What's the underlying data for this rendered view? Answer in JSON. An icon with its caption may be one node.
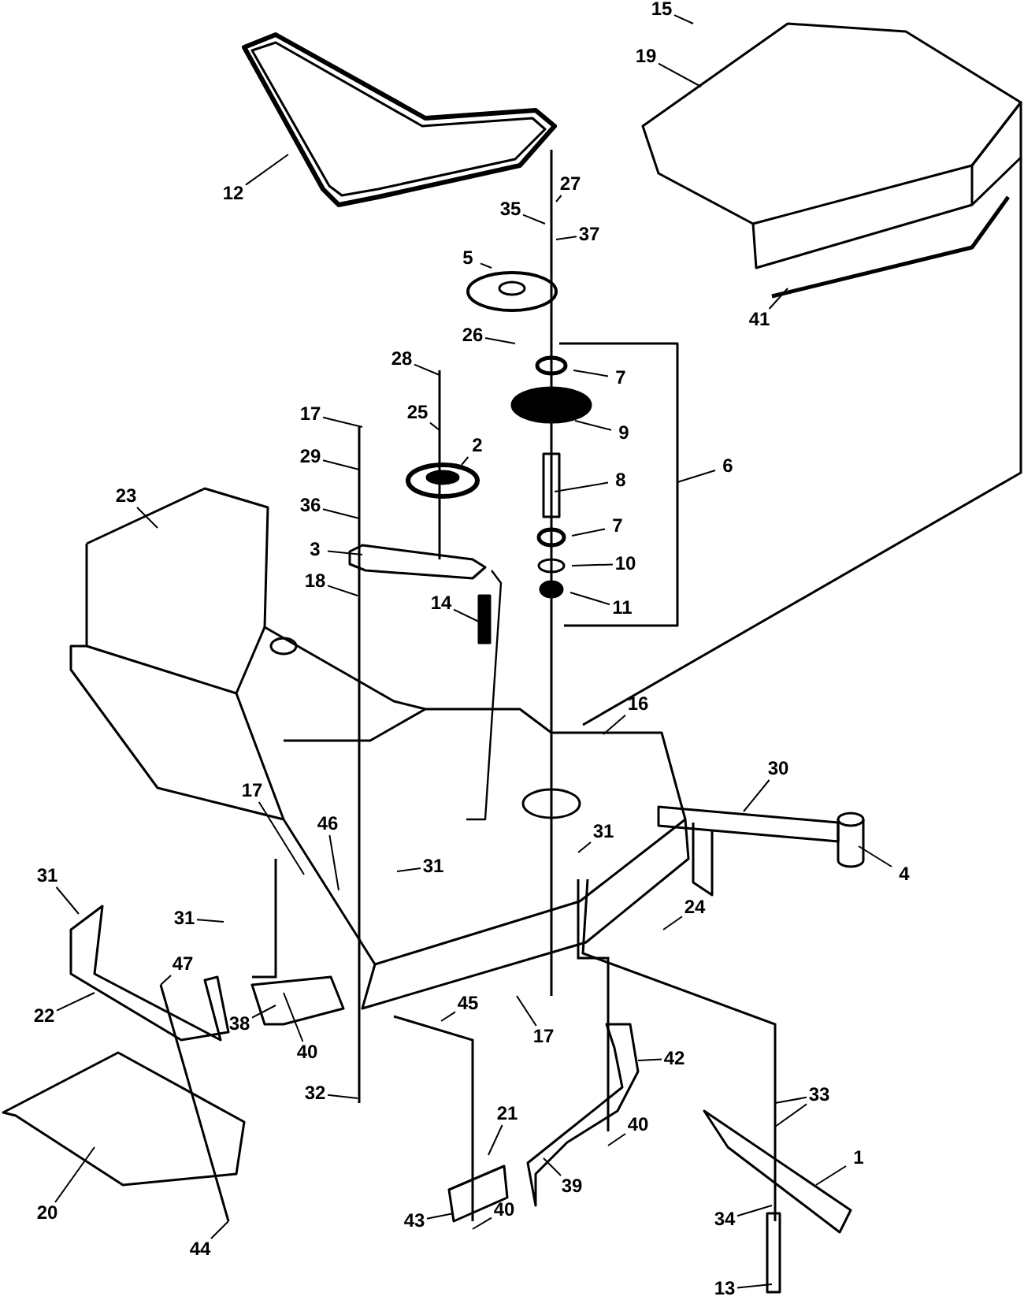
{
  "diagram": {
    "nodes": [
      {
        "text": [
          "15"
        ]
      },
      {
        "text": [
          "19"
        ]
      },
      {
        "text": [
          "27"
        ]
      },
      {
        "text": [
          "12"
        ]
      },
      {
        "text": [
          "35"
        ]
      },
      {
        "text": [
          "37"
        ]
      },
      {
        "text": [
          "5"
        ]
      },
      {
        "text": [
          "41"
        ]
      },
      {
        "text": [
          "26"
        ]
      },
      {
        "text": [
          "28"
        ]
      },
      {
        "text": [
          "7"
        ]
      },
      {
        "text": [
          "17"
        ]
      },
      {
        "text": [
          "25"
        ]
      },
      {
        "text": [
          "9"
        ]
      },
      {
        "text": [
          "2"
        ]
      },
      {
        "text": [
          "29"
        ]
      },
      {
        "text": [
          "6"
        ]
      },
      {
        "text": [
          "8"
        ]
      },
      {
        "text": [
          "23"
        ]
      },
      {
        "text": [
          "36"
        ]
      },
      {
        "text": [
          "7"
        ]
      },
      {
        "text": [
          "3"
        ]
      },
      {
        "text": [
          "10"
        ]
      },
      {
        "text": [
          "18"
        ]
      },
      {
        "text": [
          "14"
        ]
      },
      {
        "text": [
          "11"
        ]
      },
      {
        "text": [
          "16"
        ]
      },
      {
        "text": [
          "30"
        ]
      },
      {
        "text": [
          "17"
        ]
      },
      {
        "text": [
          "46"
        ]
      },
      {
        "text": [
          "31"
        ]
      },
      {
        "text": [
          "31"
        ]
      },
      {
        "text": [
          "4"
        ]
      },
      {
        "text": [
          "31"
        ]
      },
      {
        "text": [
          "24"
        ]
      },
      {
        "text": [
          "31"
        ]
      },
      {
        "text": [
          "47"
        ]
      },
      {
        "text": [
          "45"
        ]
      },
      {
        "text": [
          "22"
        ]
      },
      {
        "text": [
          "38"
        ]
      },
      {
        "text": [
          "17"
        ]
      },
      {
        "text": [
          "40"
        ]
      },
      {
        "text": [
          "42"
        ]
      },
      {
        "text": [
          "32"
        ]
      },
      {
        "text": [
          "33"
        ]
      },
      {
        "text": [
          "21"
        ]
      },
      {
        "text": [
          "40"
        ]
      },
      {
        "text": [
          "1"
        ]
      },
      {
        "text": [
          "39"
        ]
      },
      {
        "text": [
          "20"
        ]
      },
      {
        "text": [
          "43"
        ]
      },
      {
        "text": [
          "40"
        ]
      },
      {
        "text": [
          "34"
        ]
      },
      {
        "text": [
          "44"
        ]
      },
      {
        "text": [
          "13"
        ]
      }
    ],
    "edges": [
      {
        "from": 0,
        "to": null,
        "arrow": "none"
      },
      {
        "from": 1,
        "to": null,
        "arrow": "none"
      },
      {
        "from": 2,
        "to": null,
        "arrow": "none"
      },
      {
        "from": 3,
        "to": null,
        "arrow": "none"
      },
      {
        "from": 4,
        "to": null,
        "arrow": "none"
      },
      {
        "from": 5,
        "to": null,
        "arrow": "none"
      },
      {
        "from": 6,
        "to": null,
        "arrow": "none"
      },
      {
        "from": 7,
        "to": null,
        "arrow": "none"
      },
      {
        "from": 8,
        "to": null,
        "arrow": "none"
      },
      {
        "from": 9,
        "to": null,
        "arrow": "none"
      },
      {
        "from": 10,
        "to": null,
        "arrow": "none"
      },
      {
        "from": 11,
        "to": null,
        "arrow": "none"
      },
      {
        "from": 12,
        "to": null,
        "arrow": "none"
      },
      {
        "from": 13,
        "to": null,
        "arrow": "none"
      },
      {
        "from": 14,
        "to": null,
        "arrow": "none"
      },
      {
        "from": 15,
        "to": null,
        "arrow": "none"
      },
      {
        "from": 16,
        "to": null,
        "arrow": "none"
      },
      {
        "from": 17,
        "to": null,
        "arrow": "none"
      },
      {
        "from": 18,
        "to": null,
        "arrow": "none"
      },
      {
        "from": 19,
        "to": null,
        "arrow": "none"
      },
      {
        "from": 20,
        "to": null,
        "arrow": "none"
      },
      {
        "from": 21,
        "to": null,
        "arrow": "none"
      },
      {
        "from": 22,
        "to": null,
        "arrow": "none"
      },
      {
        "from": 23,
        "to": null,
        "arrow": "none"
      },
      {
        "from": 24,
        "to": null,
        "arrow": "none"
      },
      {
        "from": 25,
        "to": null,
        "arrow": "none"
      },
      {
        "from": 26,
        "to": null,
        "arrow": "none"
      },
      {
        "from": 27,
        "to": null,
        "arrow": "none"
      },
      {
        "from": 28,
        "to": null,
        "arrow": "none"
      },
      {
        "from": 29,
        "to": null,
        "arrow": "none"
      },
      {
        "from": 30,
        "to": null,
        "arrow": "none"
      },
      {
        "from": 31,
        "to": null,
        "arrow": "none"
      },
      {
        "from": 32,
        "to": null,
        "arrow": "none"
      },
      {
        "from": 33,
        "to": null,
        "arrow": "none"
      },
      {
        "from": 34,
        "to": null,
        "arrow": "none"
      },
      {
        "from": 35,
        "to": null,
        "arrow": "none"
      },
      {
        "from": 36,
        "to": null,
        "arrow": "none"
      },
      {
        "from": 37,
        "to": null,
        "arrow": "none"
      },
      {
        "from": 38,
        "to": null,
        "arrow": "none"
      },
      {
        "from": 39,
        "to": null,
        "arrow": "none"
      },
      {
        "from": 40,
        "to": null,
        "arrow": "none"
      },
      {
        "from": 41,
        "to": null,
        "arrow": "none"
      },
      {
        "from": 42,
        "to": null,
        "arrow": "none"
      },
      {
        "from": 43,
        "to": null,
        "arrow": "none"
      },
      {
        "from": 44,
        "to": null,
        "arrow": "none"
      },
      {
        "from": 45,
        "to": null,
        "arrow": "none"
      },
      {
        "from": 46,
        "to": null,
        "arrow": "none"
      },
      {
        "from": 47,
        "to": null,
        "arrow": "none"
      },
      {
        "from": 48,
        "to": null,
        "arrow": "none"
      },
      {
        "from": 49,
        "to": null,
        "arrow": "none"
      },
      {
        "from": 50,
        "to": null,
        "arrow": "none"
      },
      {
        "from": 51,
        "to": null,
        "arrow": "none"
      },
      {
        "from": 52,
        "to": null,
        "arrow": "none"
      },
      {
        "from": 53,
        "to": null,
        "arrow": "none"
      },
      {
        "from": 54,
        "to": null,
        "arrow": "none"
      },
      {
        "from": 44,
        "to": null,
        "arrow": "none"
      }
    ]
  }
}
